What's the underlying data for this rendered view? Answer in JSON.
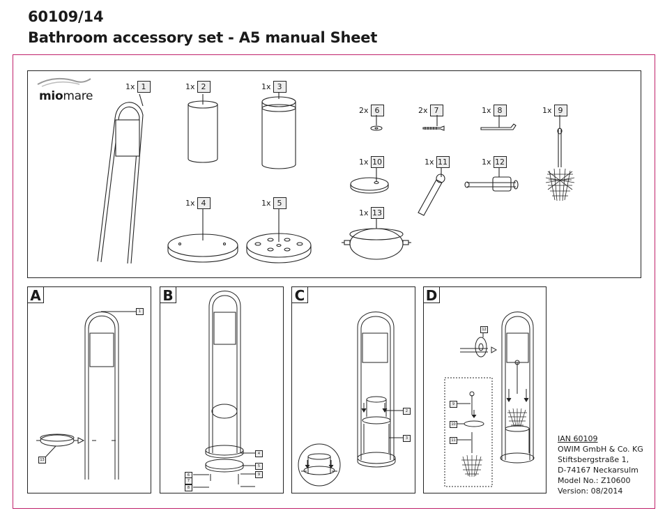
{
  "header": {
    "article_number": "60109/14",
    "title": "Bathroom accessory set - A5 manual Sheet"
  },
  "brand": {
    "logo_bold": "mio",
    "logo_regular": "mare"
  },
  "parts": [
    {
      "qty": "1x",
      "num": "1"
    },
    {
      "qty": "1x",
      "num": "2"
    },
    {
      "qty": "1x",
      "num": "3"
    },
    {
      "qty": "1x",
      "num": "4"
    },
    {
      "qty": "1x",
      "num": "5"
    },
    {
      "qty": "2x",
      "num": "6"
    },
    {
      "qty": "2x",
      "num": "7"
    },
    {
      "qty": "1x",
      "num": "8"
    },
    {
      "qty": "1x",
      "num": "9"
    },
    {
      "qty": "1x",
      "num": "10"
    },
    {
      "qty": "1x",
      "num": "11"
    },
    {
      "qty": "1x",
      "num": "12"
    },
    {
      "qty": "1x",
      "num": "13"
    }
  ],
  "steps": [
    {
      "letter": "A",
      "labels": [
        "1",
        "13"
      ]
    },
    {
      "letter": "B",
      "labels": [
        "4",
        "5",
        "6",
        "7",
        "8",
        "9"
      ]
    },
    {
      "letter": "C",
      "labels": [
        "2",
        "3"
      ]
    },
    {
      "letter": "D",
      "labels": [
        "12",
        "9",
        "10",
        "11"
      ]
    }
  ],
  "info": {
    "ian": "IAN 60109",
    "company": "OWIM GmbH & Co. KG",
    "street": "Stiftsbergstraße 1,",
    "city": "D-74167 Neckarsulm",
    "model": "Model No.: Z10600",
    "version": "Version: 08/2014"
  },
  "colors": {
    "frame": "#c0206a",
    "line": "#222222"
  }
}
